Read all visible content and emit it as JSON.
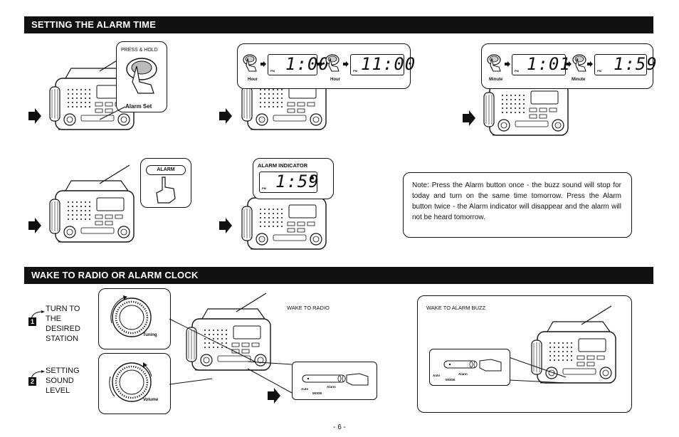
{
  "sections": {
    "alarm_title": "SETTING THE ALARM TIME",
    "wake_title": "WAKE TO RADIO OR ALARM CLOCK"
  },
  "alarm_set": {
    "press_hold": "PRESS & HOLD",
    "button_label": "Alarm Set"
  },
  "hour_panel": {
    "time_before": "1:00",
    "time_after": "11:00",
    "pm": "PM",
    "button_label": "Hour"
  },
  "minute_panel": {
    "time_before": "1:01",
    "time_after": "1:59",
    "pm": "PM",
    "button_label": "Minute"
  },
  "alarm_button": {
    "label": "ALARM"
  },
  "indicator_panel": {
    "title": "ALARM INDICATOR",
    "time": "1:59",
    "pm": "PM"
  },
  "note": {
    "text": "Note: Press the Alarm button once - the buzz sound will stop for today and turn on the same time tomorrow. Press the Alarm button twice - the Alarm indicator will disappear and the alarm will not be heard tomorrow."
  },
  "steps": [
    {
      "number": "1",
      "text": "TURN TO THE DESIRED STATION",
      "knob_label": "Tuning"
    },
    {
      "number": "2",
      "text": "SETTING SOUND LEVEL",
      "knob_label": "Volume"
    }
  ],
  "wake_radio": {
    "caption": "WAKE TO RADIO",
    "switch_left": "Auto",
    "switch_right": "Alarm",
    "switch_mode": "MODE"
  },
  "wake_buzz": {
    "caption": "WAKE TO ALARM BUZZ",
    "switch_left": "Auto",
    "switch_right": "Alarm",
    "switch_mode": "MODE"
  },
  "footer": {
    "page_number": "- 6 -"
  }
}
